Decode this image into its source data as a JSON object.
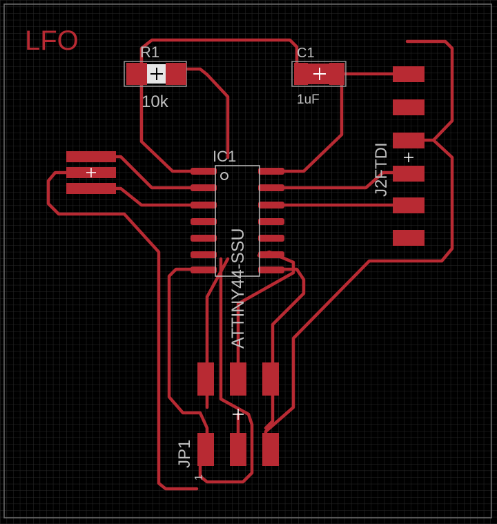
{
  "board": {
    "title": "LFO",
    "colors": {
      "background": "#000000",
      "grid": "#2a2a2a",
      "copper": "#b82a33",
      "silk": "#bfbfbf",
      "title": "#b82a33",
      "outline": "#7a7a7a"
    }
  },
  "components": {
    "r1": {
      "name": "R1",
      "value": "10k"
    },
    "c1": {
      "name": "C1",
      "value": "1uF"
    },
    "ic1": {
      "name": "IC1",
      "value": "ATTINY44-SSU"
    },
    "j2": {
      "name": "J2FTDI"
    },
    "jp1": {
      "name": "JP1",
      "pin1": "1"
    }
  }
}
